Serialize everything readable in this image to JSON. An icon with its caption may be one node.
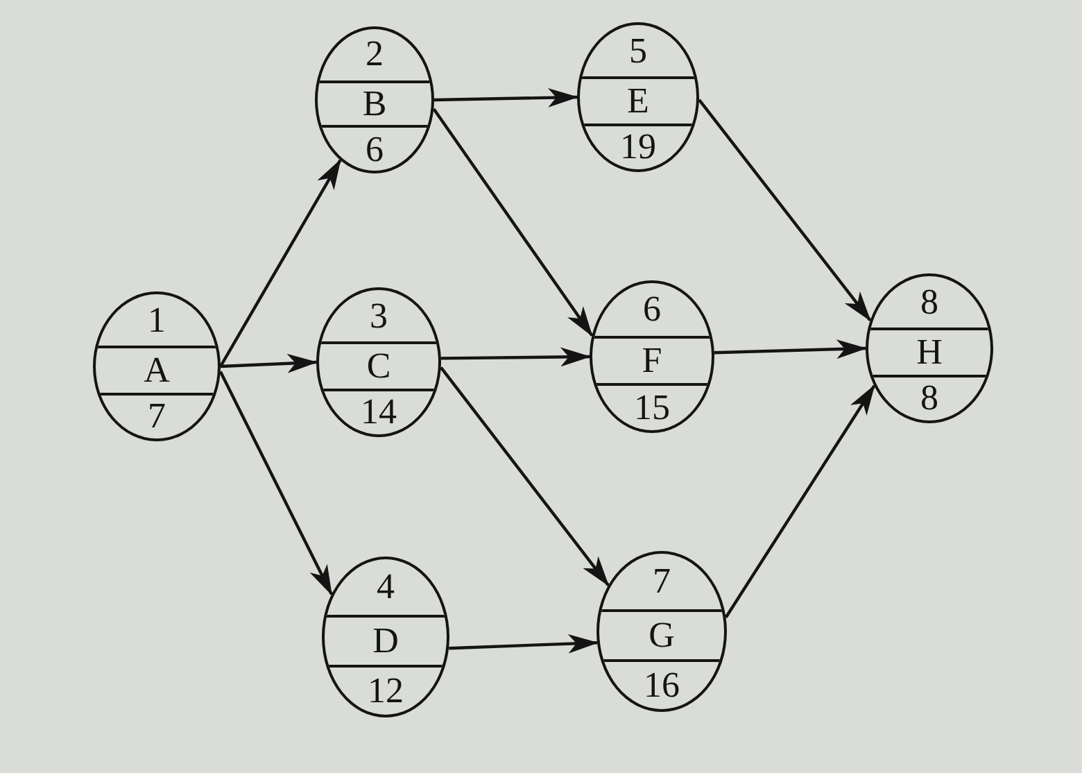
{
  "diagram": {
    "nodes": [
      {
        "text": [
          "1",
          "A",
          "7"
        ]
      },
      {
        "text": [
          "2",
          "B",
          "6"
        ]
      },
      {
        "text": [
          "3",
          "C",
          "14"
        ]
      },
      {
        "text": [
          "4",
          "D",
          "12"
        ]
      },
      {
        "text": [
          "5",
          "E",
          "19"
        ]
      },
      {
        "text": [
          "6",
          "F",
          "15"
        ]
      },
      {
        "text": [
          "7",
          "G",
          "16"
        ]
      },
      {
        "text": [
          "8",
          "H",
          "8"
        ]
      }
    ],
    "edges": [
      {
        "from": 0,
        "to": 1,
        "arrow": "to"
      },
      {
        "from": 0,
        "to": 2,
        "arrow": "to"
      },
      {
        "from": 0,
        "to": 3,
        "arrow": "to"
      },
      {
        "from": 1,
        "to": 4,
        "arrow": "to"
      },
      {
        "from": 1,
        "to": 5,
        "arrow": "to"
      },
      {
        "from": 2,
        "to": 5,
        "arrow": "to"
      },
      {
        "from": 2,
        "to": 6,
        "arrow": "to"
      },
      {
        "from": 3,
        "to": 6,
        "arrow": "to"
      },
      {
        "from": 4,
        "to": 7,
        "arrow": "to"
      },
      {
        "from": 5,
        "to": 7,
        "arrow": "to"
      },
      {
        "from": 6,
        "to": 7,
        "arrow": "to"
      }
    ]
  }
}
